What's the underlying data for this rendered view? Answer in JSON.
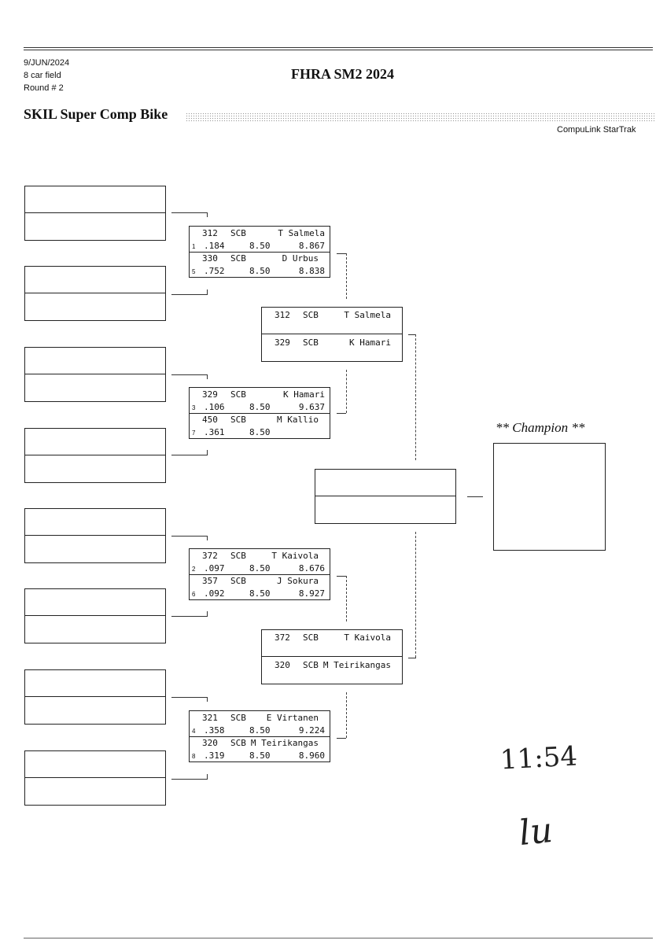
{
  "header": {
    "date": "9/JUN/2024",
    "field": "8 car field",
    "round": "Round # 2",
    "event_title": "FHRA SM2 2024",
    "class_title": "SKIL Super Comp Bike",
    "software": "CompuLink StarTrak"
  },
  "round2": [
    {
      "top": {
        "car": "312",
        "cls": "SCB",
        "name": "T Salmela",
        "lane": "1",
        "rt": ".184",
        "dial": "8.50",
        "et": "8.867"
      },
      "bottom": {
        "car": "330",
        "cls": "SCB",
        "name": "D Urbus",
        "lane": "5",
        "rt": ".752",
        "dial": "8.50",
        "et": "8.838"
      }
    },
    {
      "top": {
        "car": "329",
        "cls": "SCB",
        "name": "K Hamari",
        "lane": "3",
        "rt": ".106",
        "dial": "8.50",
        "et": "9.637"
      },
      "bottom": {
        "car": "450",
        "cls": "SCB",
        "name": "M Kallio",
        "lane": "7",
        "rt": ".361",
        "dial": "8.50",
        "et": ""
      }
    },
    {
      "top": {
        "car": "372",
        "cls": "SCB",
        "name": "T Kaivola",
        "lane": "2",
        "rt": ".097",
        "dial": "8.50",
        "et": "8.676"
      },
      "bottom": {
        "car": "357",
        "cls": "SCB",
        "name": "J Sokura",
        "lane": "6",
        "rt": ".092",
        "dial": "8.50",
        "et": "8.927"
      }
    },
    {
      "top": {
        "car": "321",
        "cls": "SCB",
        "name": "E Virtanen",
        "lane": "4",
        "rt": ".358",
        "dial": "8.50",
        "et": "9.224"
      },
      "bottom": {
        "car": "320",
        "cls": "SCB",
        "name": "M Teirikangas",
        "lane": "8",
        "rt": ".319",
        "dial": "8.50",
        "et": "8.960"
      }
    }
  ],
  "semifinals": [
    {
      "top": {
        "car": "312",
        "cls": "SCB",
        "name": "T Salmela"
      },
      "bottom": {
        "car": "329",
        "cls": "SCB",
        "name": "K Hamari"
      }
    },
    {
      "top": {
        "car": "372",
        "cls": "SCB",
        "name": "T Kaivola"
      },
      "bottom": {
        "car": "320",
        "cls": "SCB",
        "name": "M Teirikangas"
      }
    }
  ],
  "champion": {
    "label": "** Champion **"
  },
  "handwritten": {
    "time": "11:54",
    "initials": "lu"
  }
}
